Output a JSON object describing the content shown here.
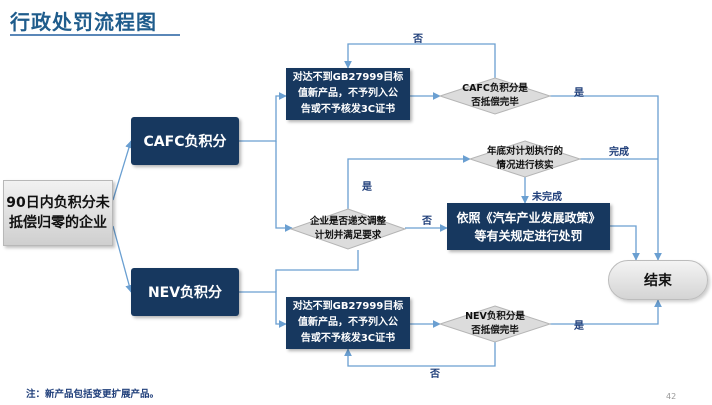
{
  "title": "行政处罚流程图",
  "start": "90日内负积分未\n抵偿归零的企业",
  "cafc": "CAFC负积分",
  "nev": "NEV负积分",
  "note_cafc": "对达不到GB27999目标\n值新产品，不予列入公\n告或不予核发3C证书",
  "note_nev": "对达不到GB27999目标\n值新产品，不予列入公\n告或不予核发3C证书",
  "diamond_cafc": "CAFC负积分是\n否抵偿完毕",
  "diamond_plan": "年底对计划执行的\n情况进行核实",
  "diamond_submit": "企业是否递交调整\n计划并满足要求",
  "diamond_nev": "NEV负积分是\n否抵偿完毕",
  "punish": "依照《汽车产业发展政策》\n等有关规定进行处罚",
  "end": "结束",
  "labels": {
    "no_top": "否",
    "yes_cafc": "是",
    "done": "完成",
    "yes_submit": "是",
    "not_done": "未完成",
    "no_submit": "否",
    "yes_nev": "是",
    "no_bottom": "否"
  },
  "footnote": "注：新产品包括变更扩展产品。",
  "page_number": "42",
  "colors": {
    "navy": "#17385f",
    "line": "#6a9fd1",
    "title": "#1f5c8c"
  }
}
